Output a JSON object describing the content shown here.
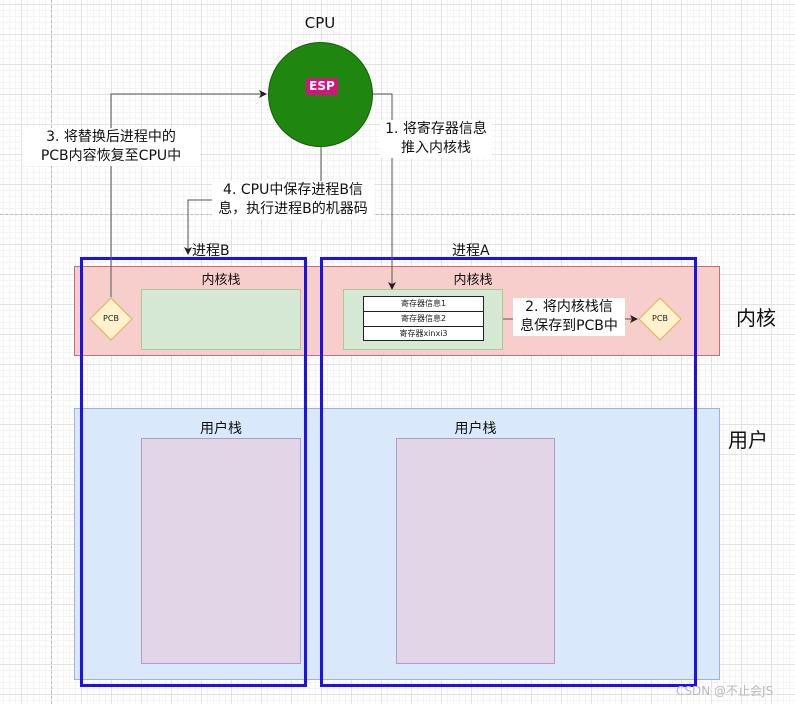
{
  "diagram": {
    "cpu": {
      "title": "CPU",
      "register": "ESP",
      "color": "#1f870f",
      "register_color": "#d2157a"
    },
    "process_b": {
      "title": "进程B",
      "kernel_stack_label": "内核栈",
      "user_stack_label": "用户栈",
      "pcb_label": "PCB"
    },
    "process_a": {
      "title": "进程A",
      "kernel_stack_label": "内核栈",
      "user_stack_label": "用户栈",
      "pcb_label": "PCB",
      "registers": [
        "寄存器信息1",
        "寄存器信息2",
        "寄存器xinxi3"
      ]
    },
    "zones": {
      "kernel": "内核",
      "user": "用户"
    },
    "steps": {
      "step1": [
        "1. 将寄存器信息",
        "推入内核栈"
      ],
      "step2": [
        "2. 将内核栈信",
        "息保存到PCB中"
      ],
      "step3": [
        "3. 将替换后进程中的",
        "PCB内容恢复至CPU中"
      ],
      "step4": [
        "4. CPU中保存进程B信",
        "息，执行进程B的机器码"
      ]
    },
    "colors": {
      "kernel_fill": "#f8cecc",
      "user_fill": "#dae8fc",
      "stack_fill": "#d5e8d4",
      "user_stack_fill": "#e1d5e7",
      "process_frame": "#1a10f2",
      "pcb_fill": "#fff2cc"
    }
  },
  "watermark": "CSDN @不止会JS"
}
